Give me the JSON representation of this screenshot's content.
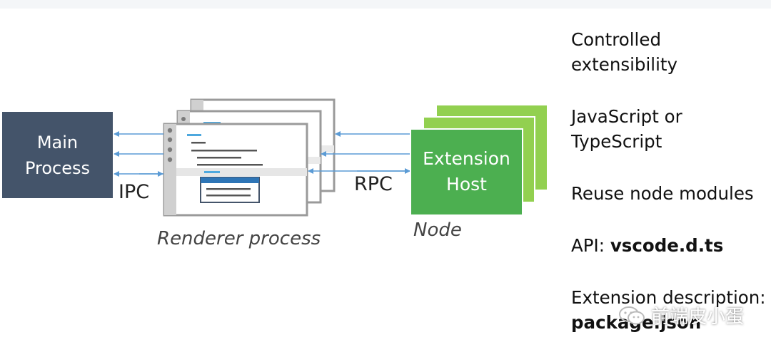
{
  "main_process": {
    "line1": "Main",
    "line2": "Process"
  },
  "ipc_label": "IPC",
  "renderer_label": "Renderer process",
  "rpc_label": "RPC",
  "extension_host": {
    "line1": "Extension",
    "line2": "Host"
  },
  "node_label": "Node",
  "bullets": {
    "controlled_line1": "Controlled",
    "controlled_line2": "extensibility",
    "js_line1": "JavaScript or",
    "js_line2": "TypeScript",
    "reuse": "Reuse node modules",
    "api_prefix": "API: ",
    "api_value": "vscode.d.ts",
    "ext_desc": "Extension description:",
    "package": "package.json"
  },
  "watermark": "前端皮小蛋",
  "colors": {
    "main_process_fill": "#44546a",
    "extension_front": "#4caf50",
    "extension_back": "#92d050",
    "arrow": "#5b9bd5"
  },
  "icons": {
    "watermark": "wechat-icon"
  }
}
